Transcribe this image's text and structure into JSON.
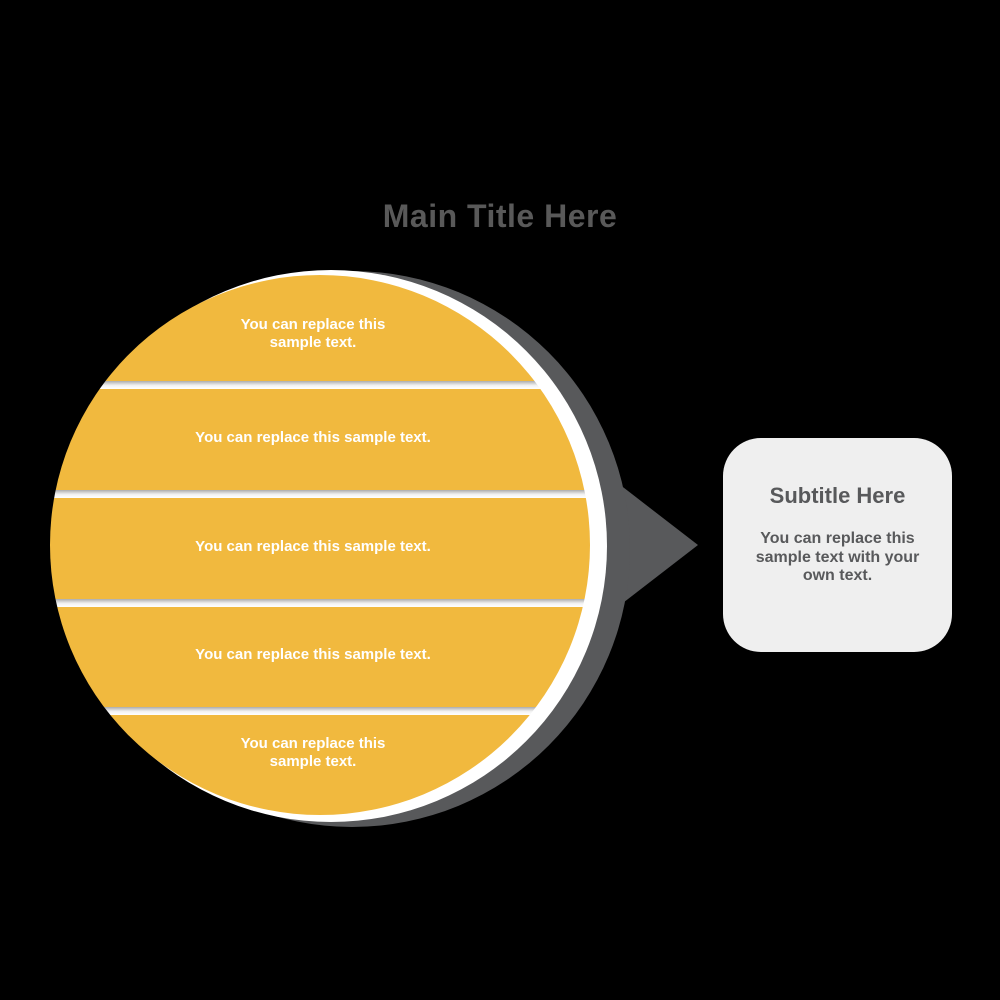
{
  "page": {
    "background_color": "#000000"
  },
  "title": {
    "text": "Main Title Here",
    "color": "#595959"
  },
  "diagram": {
    "type": "segmented-circle-callout",
    "circle_color": "#F1B93E",
    "shadow_color": "#58595B",
    "rim_color": "#FFFFFF",
    "segment_text_color": "#FFFFFF",
    "segments": [
      {
        "label": "You can replace this\nsample text."
      },
      {
        "label": "You can replace this sample text."
      },
      {
        "label": "You can replace this sample text."
      },
      {
        "label": "You can replace this sample text."
      },
      {
        "label": "You can replace this\nsample text."
      }
    ]
  },
  "card": {
    "background_color": "#EFEFEF",
    "title": "Subtitle Here",
    "body": "You can replace this\nsample text with your\nown text.",
    "text_color": "#58595B"
  }
}
